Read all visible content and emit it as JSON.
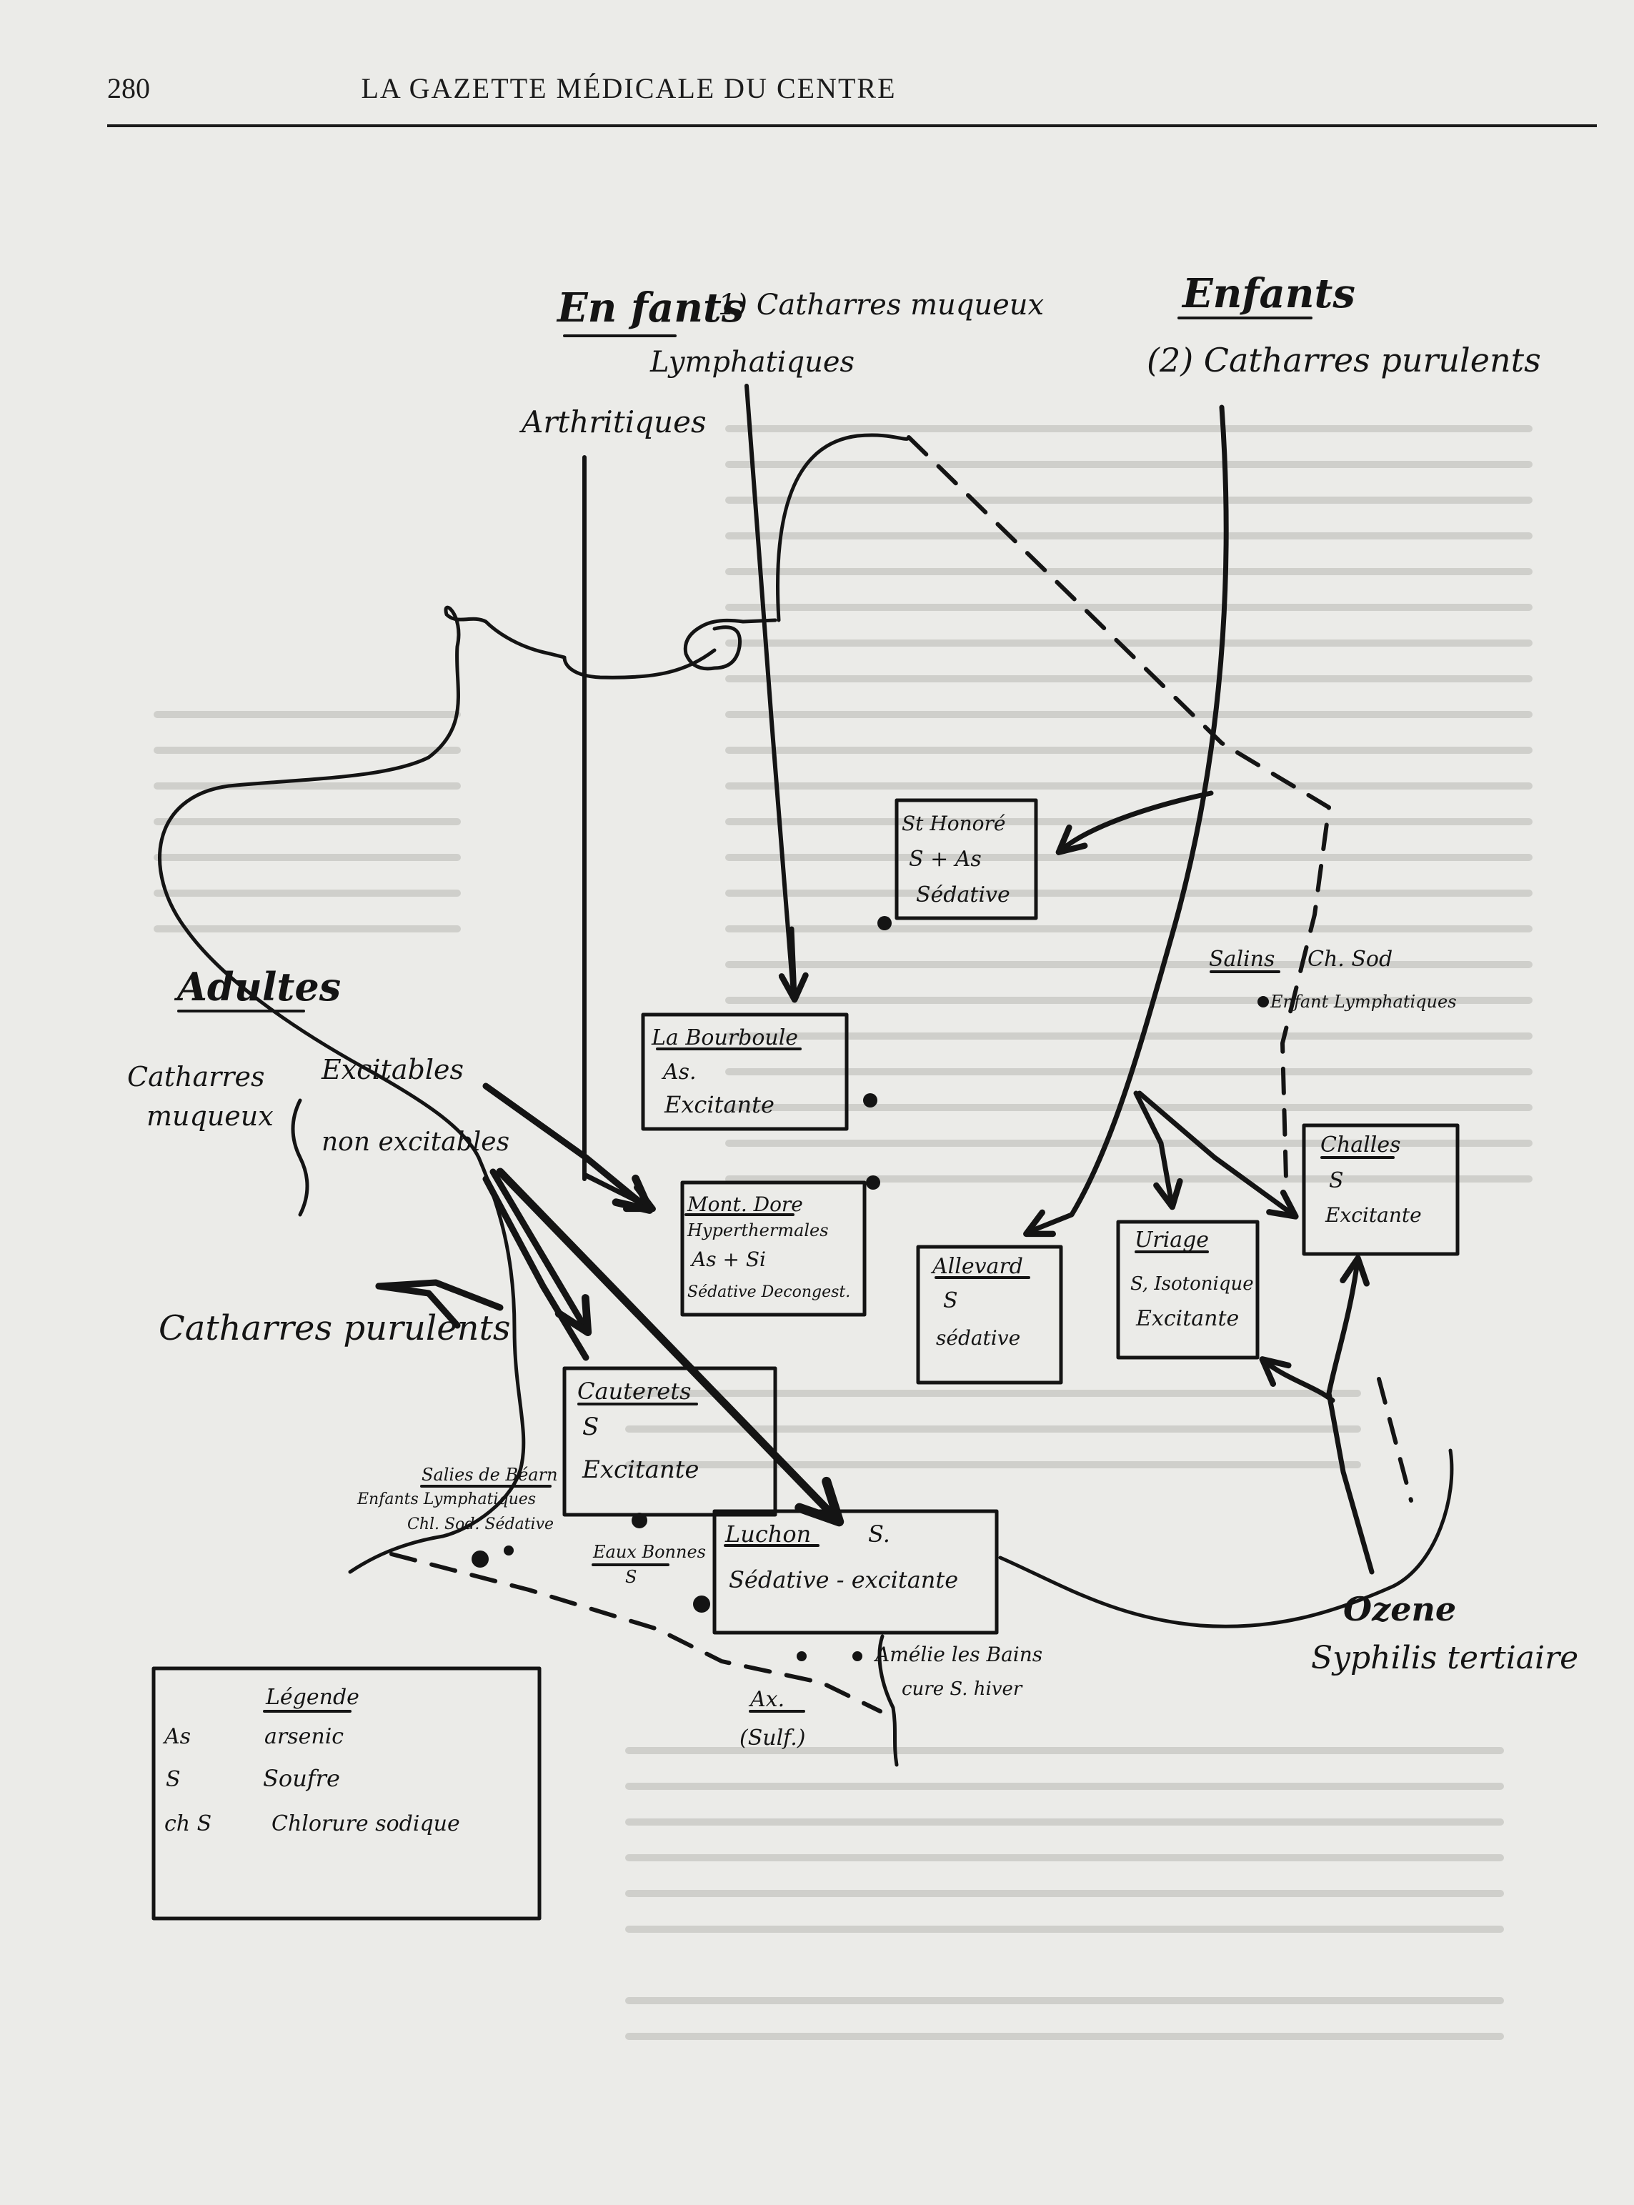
{
  "header": {
    "page_number": "280",
    "journal_title": "LA GAZETTE MÉDICALE DU CENTRE"
  },
  "groups": {
    "enfants_1": {
      "title": "En fants",
      "line1": "1) Catharres muqueux",
      "line2": "Lymphatiques"
    },
    "enfants_2": {
      "title": "Enfants",
      "line1": "(2) Catharres purulents"
    },
    "arthritiques": "Arthritiques",
    "adultes": {
      "title": "Adultes",
      "catharres": [
        "Catharres",
        "muqueux"
      ],
      "excitables": "Excitables",
      "non_excitables": "non excitables"
    },
    "catharres_purulents": "Catharres purulents",
    "ozene": [
      "Ozene",
      "Syphilis tertiaire"
    ]
  },
  "stations": {
    "st_honore": [
      "St Honoré",
      "S + As",
      "Sédative"
    ],
    "la_bourboule": [
      "La Bourboule",
      "As.",
      "Excitante"
    ],
    "mont_dore": [
      "Mont. Dore",
      "Hyperthermales",
      "As + Si",
      "Sédative Decongest."
    ],
    "allevard": [
      "Allevard",
      "S",
      "sédative"
    ],
    "uriage": [
      "Uriage",
      "S, Isotonique",
      "Excitante"
    ],
    "challes": [
      "Challes",
      "S",
      "Excitante"
    ],
    "cauterets": [
      "Cauterets",
      "S",
      "Excitante"
    ],
    "luchon": [
      "Luchon",
      "S.",
      "Sédative - excitante"
    ]
  },
  "annotations": {
    "salins": "Salins",
    "salins_ch": "Ch. Sod",
    "salins_note": "Enfant Lymphatiques",
    "salies": [
      "Salies de Béarn",
      "Enfants Lymphatiques",
      "Chl. Sod. Sédative"
    ],
    "eaux_bonnes": [
      "Eaux Bonnes",
      "S"
    ],
    "amelie": [
      "Amélie les Bains",
      "cure S. hiver"
    ],
    "ax": [
      "Ax.",
      "(Sulf.)"
    ]
  },
  "legend": {
    "title": "Légende",
    "rows": [
      {
        "key": "As",
        "label": "arsenic"
      },
      {
        "key": "S",
        "label": "Soufre"
      },
      {
        "key": "ch S",
        "label": "Chlorure sodique"
      }
    ]
  },
  "colors": {
    "paper": "#ebebe8",
    "ink": "#141414"
  }
}
